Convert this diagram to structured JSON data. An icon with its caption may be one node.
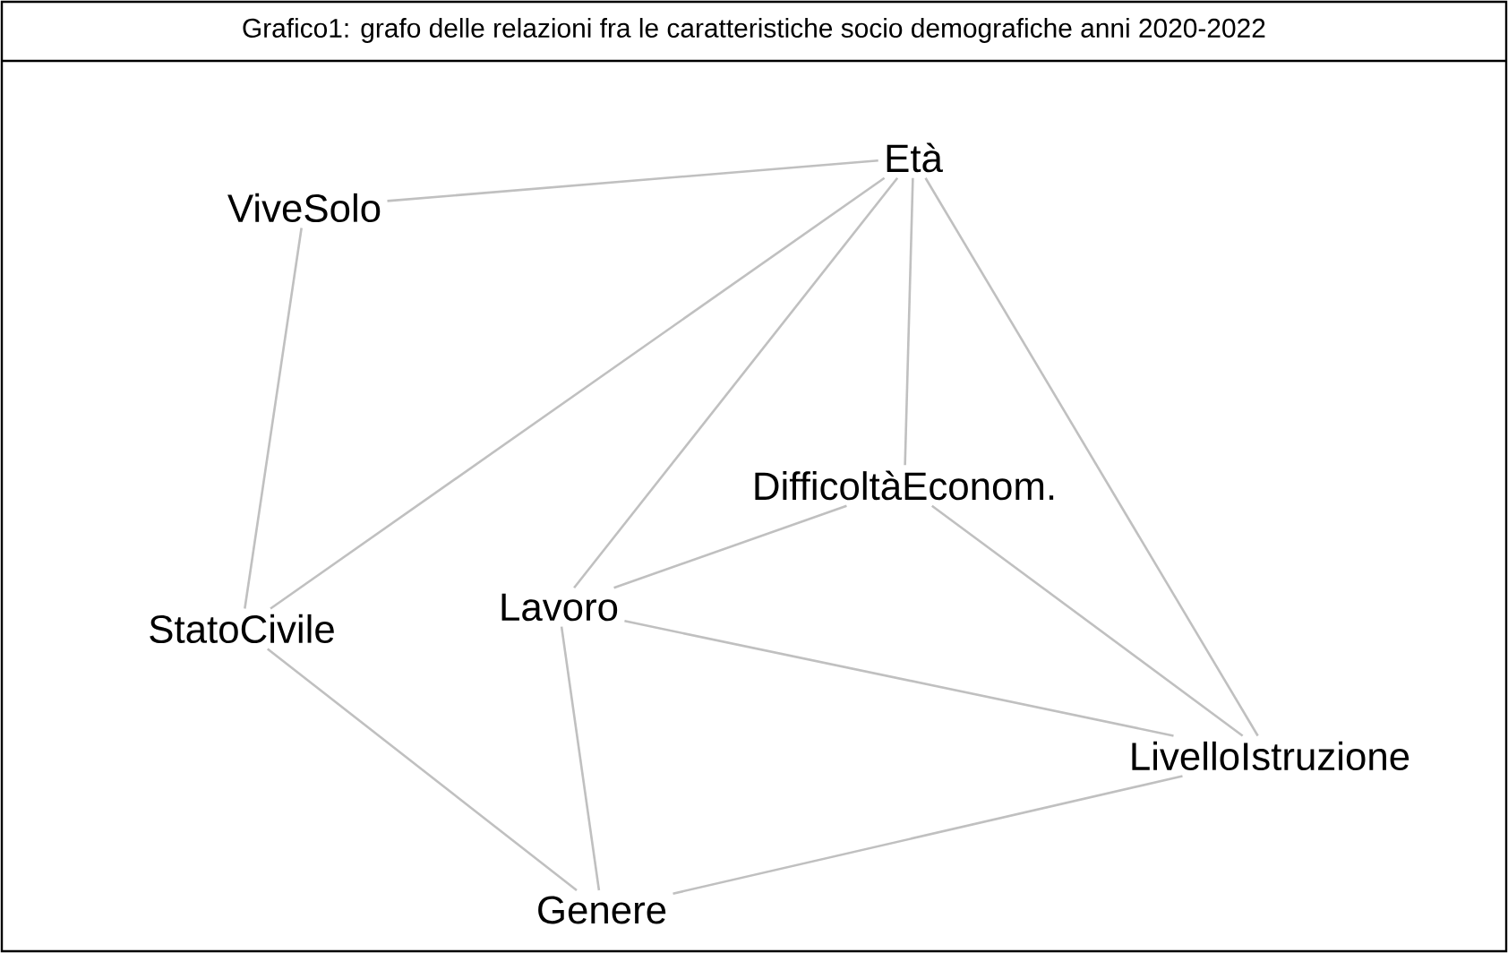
{
  "diagram": {
    "title": "Grafico1: grafo delle relazioni fra le caratteristiche socio demografiche anni 2020-2022",
    "nodes": [
      {
        "text": [
          "Età"
        ]
      },
      {
        "text": [
          "ViveSolo"
        ]
      },
      {
        "text": [
          "DifficoltàEconom."
        ]
      },
      {
        "text": [
          "Lavoro"
        ]
      },
      {
        "text": [
          "StatoCivile"
        ]
      },
      {
        "text": [
          "LivelloIstruzione"
        ]
      },
      {
        "text": [
          "Genere"
        ]
      }
    ],
    "edges": [
      {
        "from": 0,
        "to": 1,
        "arrow": "none"
      },
      {
        "from": 0,
        "to": 4,
        "arrow": "none"
      },
      {
        "from": 0,
        "to": 3,
        "arrow": "none"
      },
      {
        "from": 0,
        "to": 2,
        "arrow": "none"
      },
      {
        "from": 0,
        "to": 5,
        "arrow": "none"
      },
      {
        "from": 1,
        "to": 4,
        "arrow": "none"
      },
      {
        "from": 4,
        "to": 6,
        "arrow": "none"
      },
      {
        "from": 3,
        "to": 2,
        "arrow": "none"
      },
      {
        "from": 3,
        "to": 5,
        "arrow": "none"
      },
      {
        "from": 3,
        "to": 6,
        "arrow": "none"
      },
      {
        "from": 2,
        "to": 5,
        "arrow": "none"
      },
      {
        "from": 6,
        "to": 5,
        "arrow": "none"
      }
    ]
  }
}
